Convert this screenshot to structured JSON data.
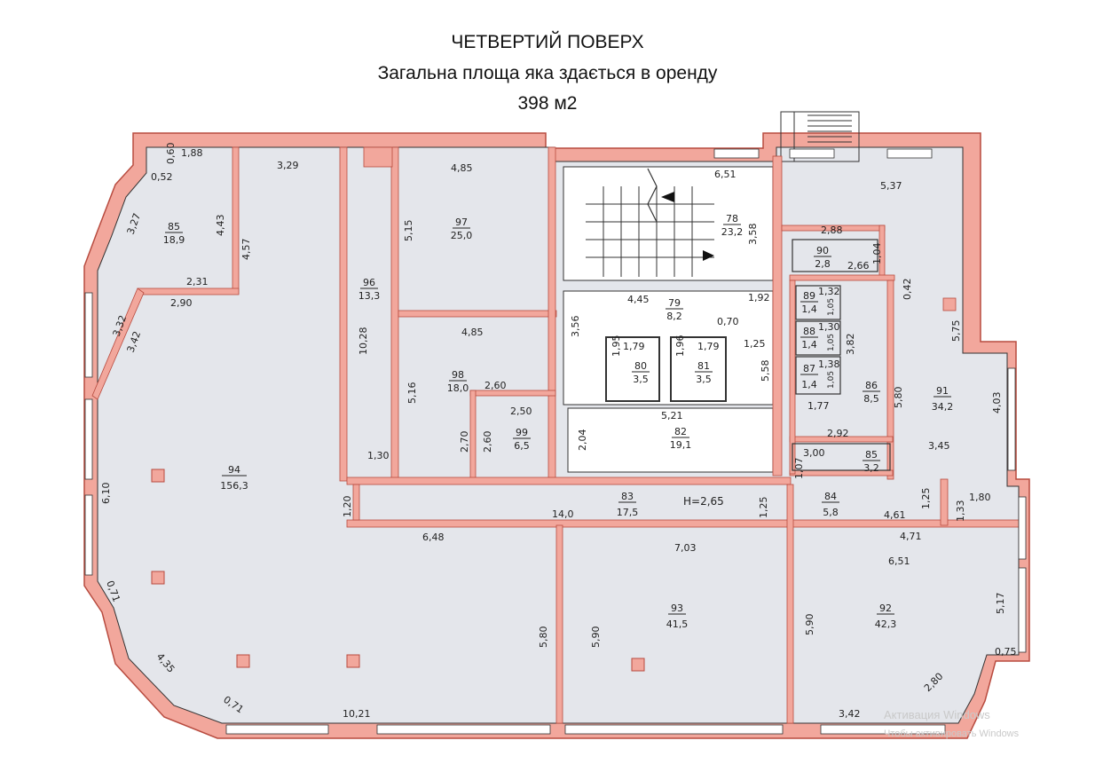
{
  "header": {
    "floor": "ЧЕТВЕРТИЙ ПОВЕРХ",
    "subtitle": "Загальна площа яка здається в оренду",
    "area_total": "398 м2"
  },
  "colors": {
    "wall": "#f2a79c",
    "wall_stroke": "#b84b3f",
    "room": "#e4e6eb",
    "stair": "#ffffff",
    "line": "#333333"
  },
  "rooms": [
    {
      "id": "r85a",
      "num": "85",
      "area": "18,9"
    },
    {
      "id": "r96",
      "num": "96",
      "area": "13,3"
    },
    {
      "id": "r97",
      "num": "97",
      "area": "25,0"
    },
    {
      "id": "r98",
      "num": "98",
      "area": "18,0"
    },
    {
      "id": "r99",
      "num": "99",
      "area": "6,5"
    },
    {
      "id": "r78",
      "num": "78",
      "area": "23,2"
    },
    {
      "id": "r79",
      "num": "79",
      "area": "8,2"
    },
    {
      "id": "r80",
      "num": "80",
      "area": "3,5"
    },
    {
      "id": "r81",
      "num": "81",
      "area": "3,5"
    },
    {
      "id": "r82",
      "num": "82",
      "area": "19,1"
    },
    {
      "id": "r90",
      "num": "90",
      "area": "2,8"
    },
    {
      "id": "r89",
      "num": "89",
      "area": "1,4"
    },
    {
      "id": "r88",
      "num": "88",
      "area": "1,4"
    },
    {
      "id": "r87",
      "num": "87",
      "area": "1,4"
    },
    {
      "id": "r86",
      "num": "86",
      "area": "8,5"
    },
    {
      "id": "r85b",
      "num": "85",
      "area": "3,2"
    },
    {
      "id": "r91",
      "num": "91",
      "area": "34,2"
    },
    {
      "id": "r94",
      "num": "94",
      "area": "156,3"
    },
    {
      "id": "r83",
      "num": "83",
      "area": "17,5"
    },
    {
      "id": "r84",
      "num": "84",
      "area": "5,8"
    },
    {
      "id": "r93",
      "num": "93",
      "area": "41,5"
    },
    {
      "id": "r92",
      "num": "92",
      "area": "42,3"
    }
  ],
  "height_label": "H=2,65",
  "dimensions": [
    "1,88",
    "0,60",
    "0,52",
    "3,27",
    "4,43",
    "4,57",
    "2,31",
    "2,90",
    "3,32",
    "3,42",
    "3,29",
    "10,28",
    "1,30",
    "5,15",
    "5,16",
    "4,85",
    "4,85",
    "2,60",
    "2,50",
    "2,70",
    "2,60",
    "6,51",
    "3,58",
    "4,45",
    "1,92",
    "0,70",
    "3,56",
    "1,95",
    "1,79",
    "1,96",
    "1,79",
    "1,25",
    "5,58",
    "5,21",
    "2,04",
    "5,37",
    "2,88",
    "1,04",
    "2,66",
    "0,42",
    "1,32",
    "1,05",
    "1,30",
    "1,05",
    "1,38",
    "1,05",
    "3,82",
    "5,75",
    "5,80",
    "1,77",
    "2,92",
    "3,00",
    "1,07",
    "4,03",
    "3,45",
    "14,0",
    "1,25",
    "1,25",
    "4,61",
    "1,80",
    "1,33",
    "4,71",
    "6,48",
    "7,03",
    "6,51",
    "6,10",
    "1,20",
    "0,71",
    "4,35",
    "0,71",
    "10,21",
    "5,80",
    "5,90",
    "5,90",
    "5,17",
    "0,75",
    "2,80",
    "3,42"
  ],
  "watermark": {
    "line1": "Активация Windows",
    "line2": "Чтобы активировать Windows"
  }
}
